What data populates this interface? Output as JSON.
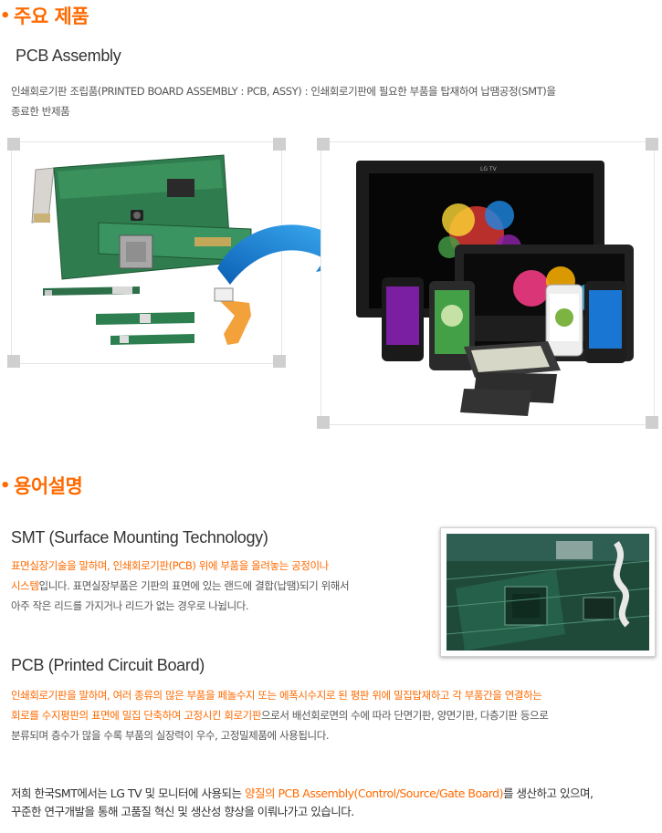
{
  "section1": {
    "bullet": "•",
    "title": "주요 제품",
    "product_title": "PCB Assembly",
    "description_line1": "인쇄회로기판 조립품(PRINTED BOARD ASSEMBLY : PCB, ASSY) : 인쇄회로기판에 필요한 부품을 탑재하여 납땜공정(SMT)을",
    "description_line2": "종료한 반제품",
    "monitor_brand": "LG TV"
  },
  "section2": {
    "bullet": "•",
    "title": "용어설명",
    "smt": {
      "title": "SMT (Surface Mounting Technology)",
      "line1_hl": "표면실장기술을 말하며, 인쇄회로기판(PCB) 위에 부품을 올려놓는 공정이나",
      "line2_hl": "시스템",
      "line2_rest": "입니다. 표면실장부품은 기판의 표면에 있는 랜드에 결합(납땜)되기 위해서",
      "line3": "아주 작은 리드를 가지거나 리드가 없는 경우로 나뉩니다."
    },
    "pcb": {
      "title": "PCB (Printed Circuit Board)",
      "line1_hl": "인쇄회로기판을 말하며, 여러 종류의 많은 부품을 페놀수지 또는 에폭시수지로 된 평판 위에 밀집탑재하고 각 부품간을 연결하는",
      "line2_hl": "회로를 수지평판의 표면에 밀집 단축하여 고정시킨 회로기판",
      "line2_rest": "으로서 배선회로면의 수에 따라 단면기판, 양면기판, 다층기판 등으로",
      "line3": "분류되며 층수가 많을 수록 부품의 실장력이 우수, 고정밀제품에 사용됩니다."
    }
  },
  "footer": {
    "line1_a": "저희 한국SMT에서는 LG TV 및 모니터에 사용되는 ",
    "line1_hl": "양질의 PCB Assembly(Control/Source/Gate Board)",
    "line1_b": "를 생산하고 있으며,",
    "line2": "꾸준한 연구개발을 통해 고품질 혁신 및 생산성 향상을 이뤄나가고 있습니다."
  },
  "colors": {
    "accent": "#ff6a00",
    "text": "#555555",
    "dark_text": "#333333",
    "arrow": "#1a8fe0"
  },
  "icons": {
    "pcb_image": "pcb-boards-image",
    "arrow": "curved-arrow-icon",
    "products_image": "electronics-products-image",
    "smt_photo": "circuit-board-photo"
  }
}
